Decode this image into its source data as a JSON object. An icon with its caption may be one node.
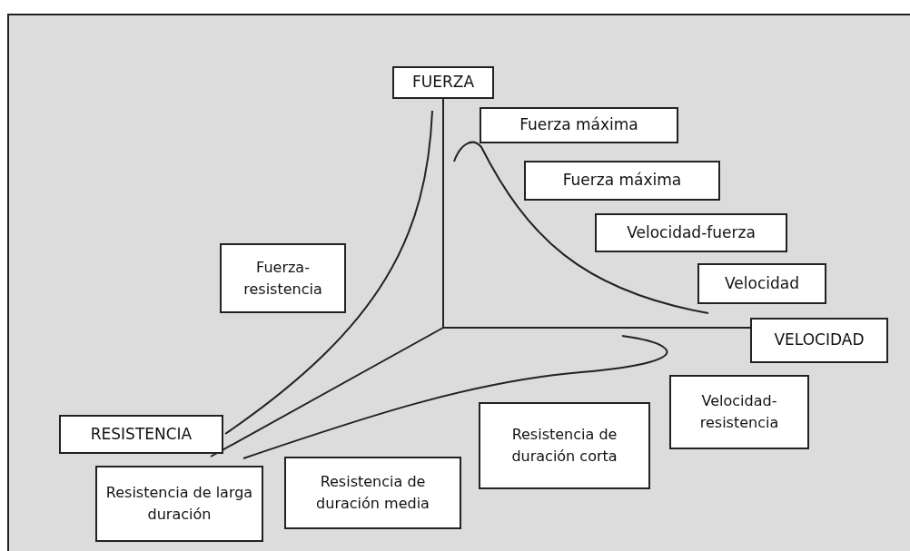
{
  "diagram": {
    "nodes": [
      {
        "text": [
          "FUERZA"
        ]
      },
      {
        "text": [
          "Fuerza máxima"
        ]
      },
      {
        "text": [
          "Fuerza máxima"
        ]
      },
      {
        "text": [
          "Velocidad-fuerza"
        ]
      },
      {
        "text": [
          "Fuerza- resistencia"
        ]
      },
      {
        "text": [
          "Velocidad"
        ]
      },
      {
        "text": [
          "VELOCIDAD"
        ]
      },
      {
        "text": [
          "Velocidad- resistencia"
        ]
      },
      {
        "text": [
          "RESISTENCIA"
        ]
      },
      {
        "text": [
          "Resistencia de duración corta"
        ]
      },
      {
        "text": [
          "Resistencia de larga duración"
        ]
      },
      {
        "text": [
          "Resistencia de duración media"
        ]
      }
    ]
  }
}
